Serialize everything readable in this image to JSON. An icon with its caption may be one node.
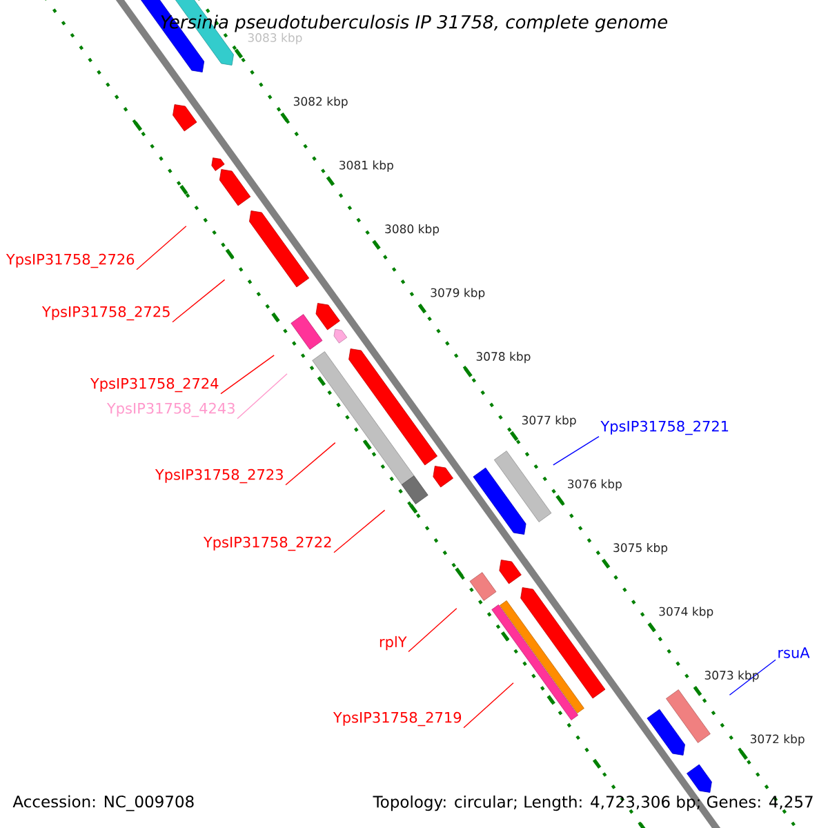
{
  "diagram": {
    "title": "Yersinia pseudotuberculosis IP 31758, complete genome",
    "nodes": [
      {
        "text": [
          "YpsIP31758_2726"
        ]
      },
      {
        "text": [
          "YpsIP31758_2725"
        ]
      },
      {
        "text": [
          "YpsIP31758_2724"
        ]
      },
      {
        "text": [
          "YpsIP31758_4243"
        ]
      },
      {
        "text": [
          "YpsIP31758_2723"
        ]
      },
      {
        "text": [
          "YpsIP31758_2722"
        ]
      },
      {
        "text": [
          "rplY"
        ]
      },
      {
        "text": [
          "YpsIP31758_2719"
        ]
      },
      {
        "text": [
          "YpsIP31758_2721"
        ]
      },
      {
        "text": [
          "rsuA"
        ]
      }
    ],
    "edges": [
      {
        "from": 0,
        "to": null,
        "arrow": "none"
      },
      {
        "from": 1,
        "to": null,
        "arrow": "none"
      },
      {
        "from": 2,
        "to": null,
        "arrow": "none"
      },
      {
        "from": 3,
        "to": null,
        "arrow": "none",
        "color": "#ff99cc"
      },
      {
        "from": 4,
        "to": null,
        "arrow": "none"
      },
      {
        "from": 5,
        "to": null,
        "arrow": "none"
      },
      {
        "from": 6,
        "to": null,
        "arrow": "none"
      },
      {
        "from": 7,
        "to": null,
        "arrow": "none"
      },
      {
        "from": 8,
        "to": null,
        "arrow": "none",
        "color": "#0000ff"
      },
      {
        "from": 9,
        "to": null,
        "arrow": "none",
        "color": "#0000ff"
      }
    ],
    "labels": [
      "3083 kbp",
      "3082 kbp",
      "3081 kbp",
      "3080 kbp",
      "3079 kbp",
      "3078 kbp",
      "3077 kbp",
      "3076 kbp",
      "3075 kbp",
      "3074 kbp",
      "3073 kbp",
      "3072 kbp",
      "Accession: NC_009708",
      "Topology: circular; Length: 4,723,306 bp; Genes: 4,257"
    ]
  }
}
